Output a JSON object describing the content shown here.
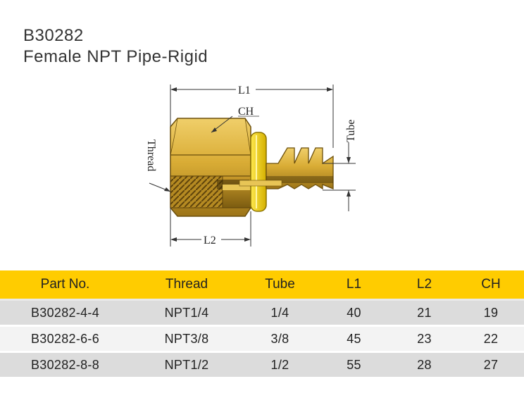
{
  "header": {
    "part_number": "B30282",
    "description": "Female NPT Pipe-Rigid"
  },
  "drawing": {
    "labels": {
      "l1": "L1",
      "l2": "L2",
      "ch": "CH",
      "thread": "Thread",
      "tube": "Tube"
    },
    "colors": {
      "brass": "#d4a82f",
      "brass_dark": "#8a6a14",
      "washer": "#f2d400"
    }
  },
  "table": {
    "headers": [
      "Part No.",
      "Thread",
      "Tube",
      "L1",
      "L2",
      "CH"
    ],
    "rows": [
      [
        "B30282-4-4",
        "NPT1/4",
        "1/4",
        "40",
        "21",
        "19"
      ],
      [
        "B30282-6-6",
        "NPT3/8",
        "3/8",
        "45",
        "23",
        "22"
      ],
      [
        "B30282-8-8",
        "NPT1/2",
        "1/2",
        "55",
        "28",
        "27"
      ]
    ],
    "header_color": "#ffcc00"
  }
}
